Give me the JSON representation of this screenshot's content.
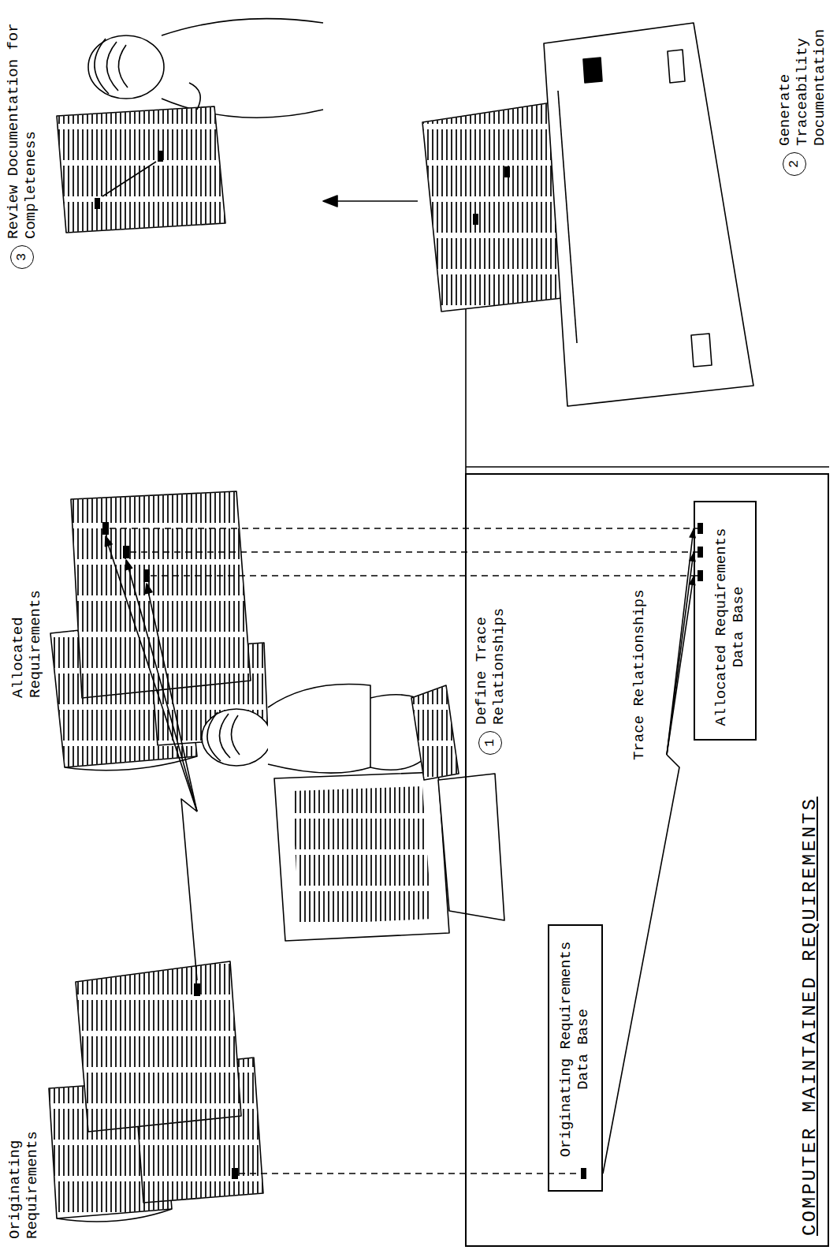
{
  "diagram": {
    "nodes": [
      {
        "text": [
          "COMPUTER MAINTAINED REQUIREMENTS"
        ]
      },
      {
        "text": [
          "Originating Requirements Data Base"
        ],
        "in": 0
      },
      {
        "text": [
          "Allocated Requirements Data Base"
        ],
        "in": 0
      }
    ],
    "edges": [
      {
        "from": 1,
        "to": 2,
        "label": "Trace Relationships",
        "arrow": "to"
      }
    ],
    "labels": [
      "Originating Requirements",
      "Allocated Requirements",
      "1",
      "Define Trace Relationships",
      "2",
      "Generate Traceability Documentation",
      "3",
      "Review Documentation for Completeness"
    ]
  }
}
